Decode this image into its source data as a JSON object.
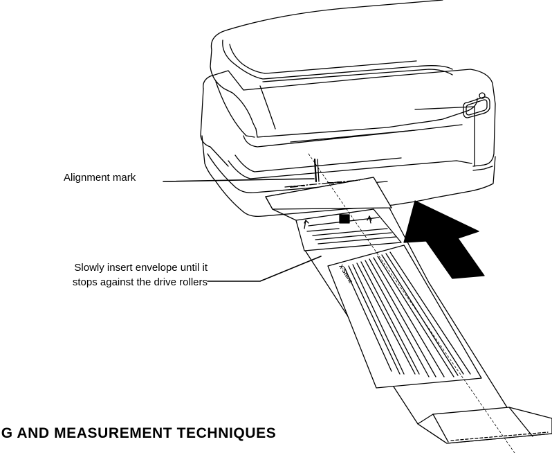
{
  "callouts": {
    "alignment_mark": "Alignment mark",
    "insert_line_1": "Slowly insert envelope until it",
    "insert_line_2": "stops against the drive rollers"
  },
  "section_heading": "NG AND MEASUREMENT TECHNIQUES",
  "envelope_logo": "X·Stone",
  "colors": {
    "ink": "#000000",
    "paper": "#ffffff"
  }
}
